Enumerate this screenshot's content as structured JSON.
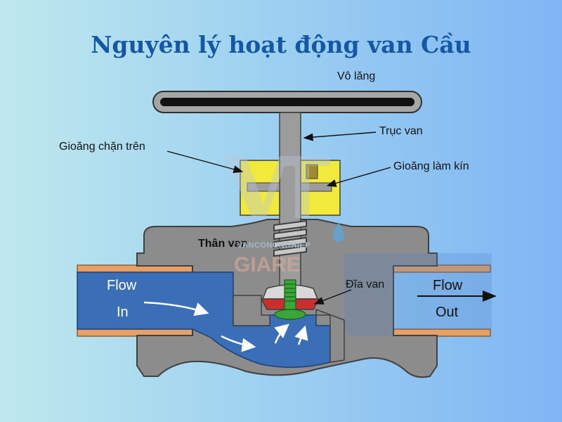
{
  "title": "Nguyên lý hoạt động van Cầu",
  "labels": {
    "handwheel": "Vô lăng",
    "stem": "Trục van",
    "upper_gasket": "Gioăng chặn trên",
    "seal_gasket": "Gioăng làm kín",
    "body": "Thân van",
    "disc": "Đĩa van"
  },
  "flow": {
    "in_word_1": "Flow",
    "in_word_2": "In",
    "out_word_1": "Flow",
    "out_word_2": "Out"
  },
  "watermark": {
    "small": "VANCONGNGHIEP",
    "big": "GIARE"
  },
  "colors": {
    "water": "#3a6fb8",
    "body": "#8c8c8c",
    "packing": "#f2ea3a",
    "pipe": "#e7a066",
    "seat": "#cc2e2e",
    "screw": "#3aa63a",
    "title": "#1457a3"
  }
}
